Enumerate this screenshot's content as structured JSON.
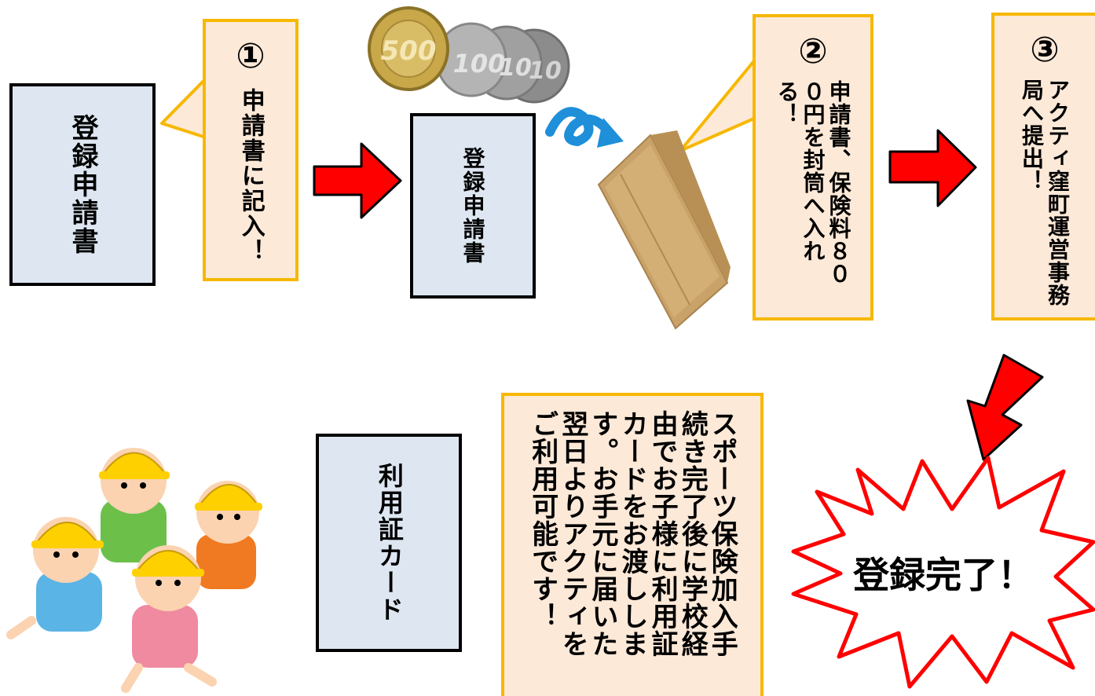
{
  "steps": {
    "doc1_label": "登録申請書",
    "bubble1_num": "①",
    "bubble1_text": "申請書に記入！",
    "doc2_label": "登録申請書",
    "coins": [
      "500",
      "100",
      "10",
      "10"
    ],
    "bubble2_num": "②",
    "bubble2_text": "申請書、保険料８００円を封筒へ入れる！",
    "bubble3_num": "③",
    "bubble3_text": "アクティ窪町運営事務局へ提出！"
  },
  "completion": {
    "label": "登録完了！"
  },
  "card": {
    "label": "利用証カード"
  },
  "notice": {
    "text": "スポーツ保険加入手続き完了後に学校経由でお子様に利用証カードをお渡しします。お手元に届いた翌日よりアクティをご利用可能です！"
  },
  "colors": {
    "arrow_fill": "#ff0000",
    "doc_fill": "#dde6f1",
    "bubble_fill": "#fde9d8",
    "bubble_border": "#f6b800",
    "envelope": "#c9a26a",
    "swirl": "#1e8fd8",
    "burst_border": "#ff0000"
  }
}
